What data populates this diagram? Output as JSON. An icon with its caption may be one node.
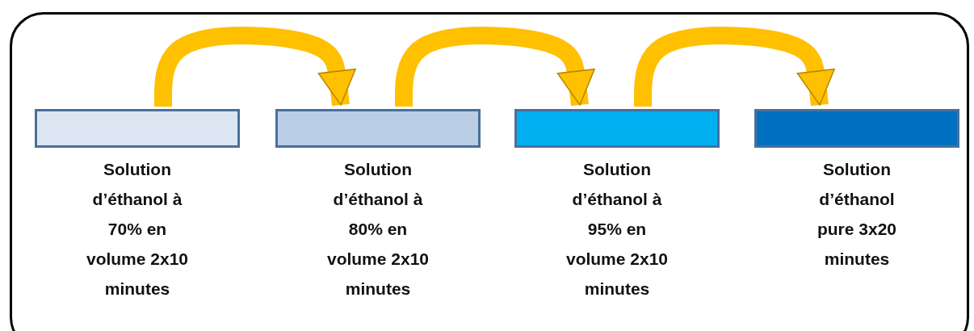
{
  "diagram": {
    "nodes": [
      {
        "text": [],
        "shape": "box"
      },
      {
        "text": [
          "Solution d’éthanol à 70% en volume 2x10 minutes"
        ],
        "in": 0
      },
      {
        "text": [
          "Solution d’éthanol à 80% en volume 2x10 minutes"
        ],
        "in": 0
      },
      {
        "text": [
          "Solution d’éthanol à 95% en volume 2x10 minutes"
        ],
        "in": 0
      },
      {
        "text": [
          "Solution d’éthanol pure 3x20 minutes"
        ],
        "in": 0
      }
    ],
    "edges": [
      {
        "from": 1,
        "to": 2,
        "arrow": "to",
        "color": "#ffc000"
      },
      {
        "from": 2,
        "to": 3,
        "arrow": "to",
        "color": "#ffc000"
      },
      {
        "from": 3,
        "to": 4,
        "arrow": "to",
        "color": "#ffc000"
      }
    ]
  }
}
